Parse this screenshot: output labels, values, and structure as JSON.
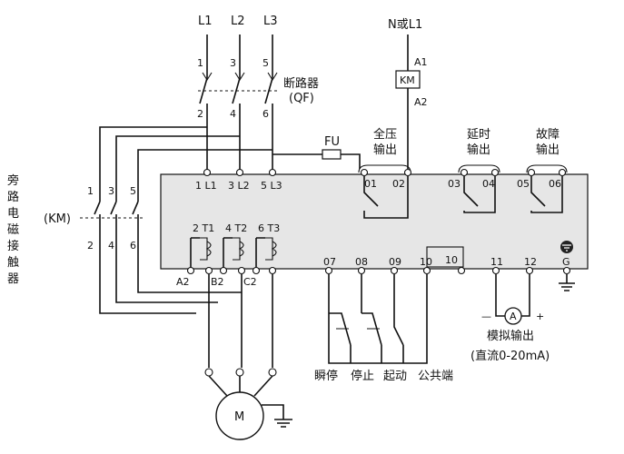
{
  "lines": {
    "l1": "L1",
    "l2": "L2",
    "l3": "L3",
    "n_or_l1": "N或L1"
  },
  "breaker": {
    "label": "断路器",
    "code": "(QF)",
    "pins_top": [
      "1",
      "3",
      "5"
    ],
    "pins_bottom": [
      "2",
      "4",
      "6"
    ]
  },
  "fuse": {
    "label": "FU"
  },
  "coil": {
    "label": "KM",
    "a1": "A1",
    "a2": "A2"
  },
  "outputs": {
    "full_voltage": [
      "全压",
      "输出"
    ],
    "delay": [
      "延时",
      "输出"
    ],
    "fault": [
      "故障",
      "输出"
    ]
  },
  "bypass": {
    "chars": [
      "旁",
      "路",
      "电",
      "磁",
      "接",
      "触",
      "器"
    ],
    "code": "(KM)",
    "pins_top": [
      "1",
      "3",
      "5"
    ],
    "pins_bottom": [
      "2",
      "4",
      "6"
    ]
  },
  "unit": {
    "inputs": [
      "1 L1",
      "3 L2",
      "5 L3"
    ],
    "contacts": [
      "01",
      "02",
      "03",
      "04",
      "05",
      "06"
    ],
    "outputs": [
      "2 T1",
      "4 T2",
      "6 T3"
    ],
    "bypass_terms": [
      "A2",
      "B2",
      "C2"
    ],
    "terminals": [
      "07",
      "08",
      "09",
      "10",
      "10",
      "11",
      "12",
      "G"
    ]
  },
  "controls": {
    "instant_stop": "瞬停",
    "stop": "停止",
    "start": "起动",
    "common": "公共端"
  },
  "analog": {
    "meter": "A",
    "minus": "—",
    "plus": "+",
    "label": "模拟输出",
    "range": "(直流0-20mA)"
  },
  "motor": {
    "label": "M"
  },
  "colors": {
    "unit_fill": "#e6e6e6",
    "line": "#111111"
  }
}
